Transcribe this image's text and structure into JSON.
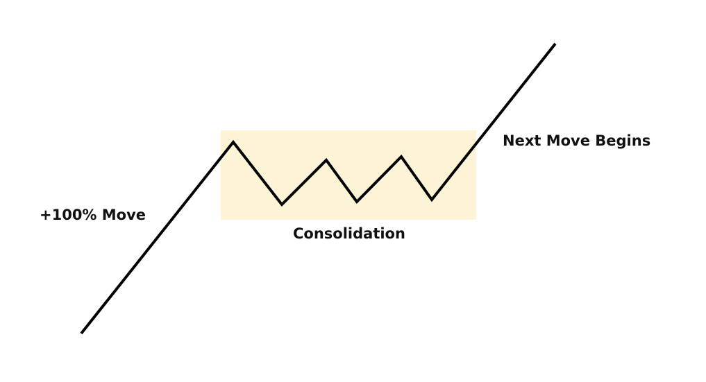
{
  "labels": {
    "move": "+100% Move",
    "consolidation": "Consolidation",
    "next_move": "Next Move Begins"
  },
  "colors": {
    "background": "#ffffff",
    "consolidation_zone": "#fdf3d6",
    "price_line": "#000000",
    "text": "#111111"
  }
}
